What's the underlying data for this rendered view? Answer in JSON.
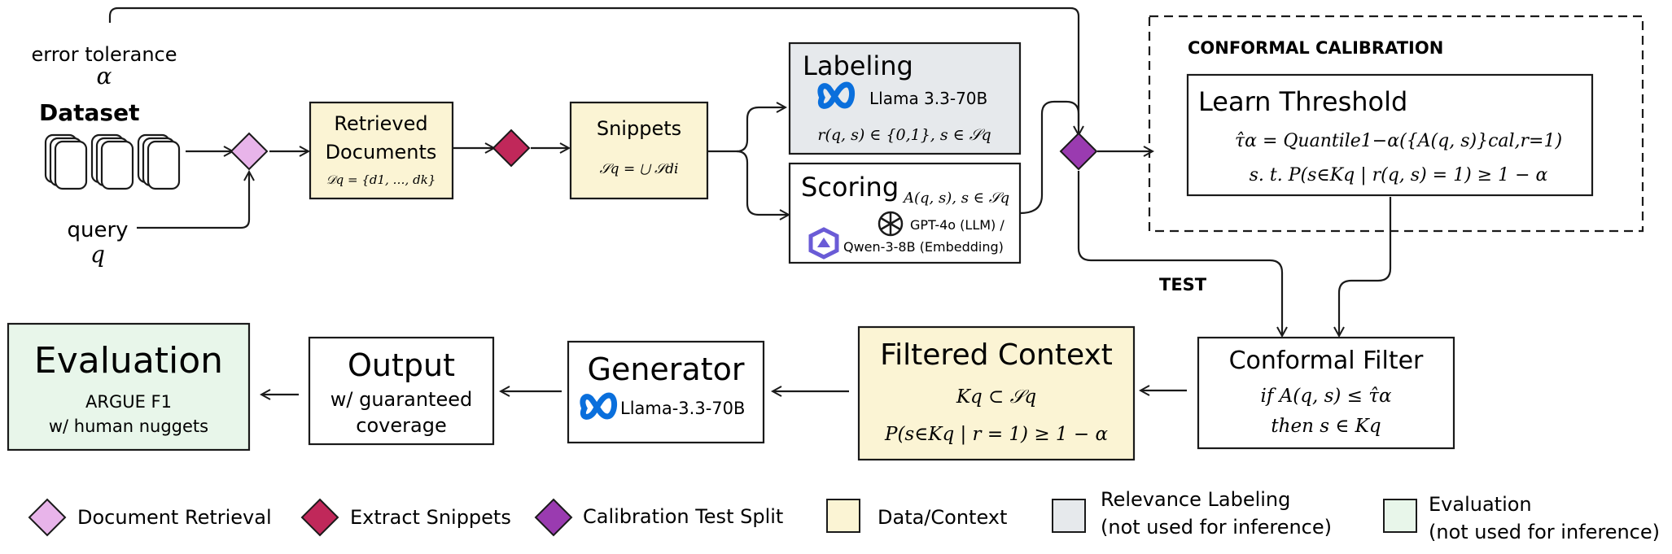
{
  "colors": {
    "data_context": "#fbf4d4",
    "relevance": "#e6e9ec",
    "evaluation": "#e8f6ea",
    "doc_retrieval": "#e8b4ea",
    "extract_snippets": "#c0285a",
    "calibration_split": "#9a3bb0",
    "meta_blue": "#0a6fdc",
    "qwen_purple": "#6a5bd6"
  },
  "inputs": {
    "error_tolerance": "error tolerance",
    "alpha": "α",
    "dataset": "Dataset",
    "query": "query",
    "q": "q"
  },
  "retrieved": {
    "title1": "Retrieved",
    "title2": "Documents",
    "formula": "𝒟q = {d1, …, dk}"
  },
  "snippets": {
    "title": "Snippets",
    "formula": "𝒮q = ⋃ 𝒮di"
  },
  "labeling": {
    "title": "Labeling",
    "model": "Llama 3.3-70B",
    "formula": "r(q, s) ∈ {0,1}, s ∈ 𝒮q"
  },
  "scoring": {
    "title": "Scoring",
    "formula": "A(q, s), s ∈ 𝒮q",
    "model1": "GPT-4o (LLM) /",
    "model2": "Qwen-3-8B (Embedding)"
  },
  "calibration": {
    "header": "CONFORMAL CALIBRATION",
    "title": "Learn Threshold",
    "formula1": "τ̂α = Quantile1−α({A(q, s)}cal,r=1)",
    "formula2": "s. t. P(s∈Kq | r(q, s) = 1) ≥ 1 − α"
  },
  "test_label": "TEST",
  "filter": {
    "title": "Conformal Filter",
    "formula1": "if A(q, s) ≤ τ̂α",
    "formula2": "then  s ∈ Kq"
  },
  "filtered": {
    "title": "Filtered Context",
    "formula1": "Kq ⊂ 𝒮q",
    "formula2": "P(s∈Kq | r = 1) ≥ 1 − α"
  },
  "generator": {
    "title": "Generator",
    "model": "Llama-3.3-70B"
  },
  "output": {
    "title": "Output",
    "line1": "w/ guaranteed",
    "line2": "coverage"
  },
  "evaluation": {
    "title": "Evaluation",
    "line1": "ARGUE F1",
    "line2": "w/ human nuggets"
  },
  "legend": {
    "doc_retrieval": "Document Retrieval",
    "extract_snippets": "Extract Snippets",
    "calibration_split": "Calibration Test Split",
    "data_context": "Data/Context",
    "relevance1": "Relevance Labeling",
    "relevance2": "(not used for inference)",
    "evaluation1": "Evaluation",
    "evaluation2": "(not used for inference)"
  }
}
